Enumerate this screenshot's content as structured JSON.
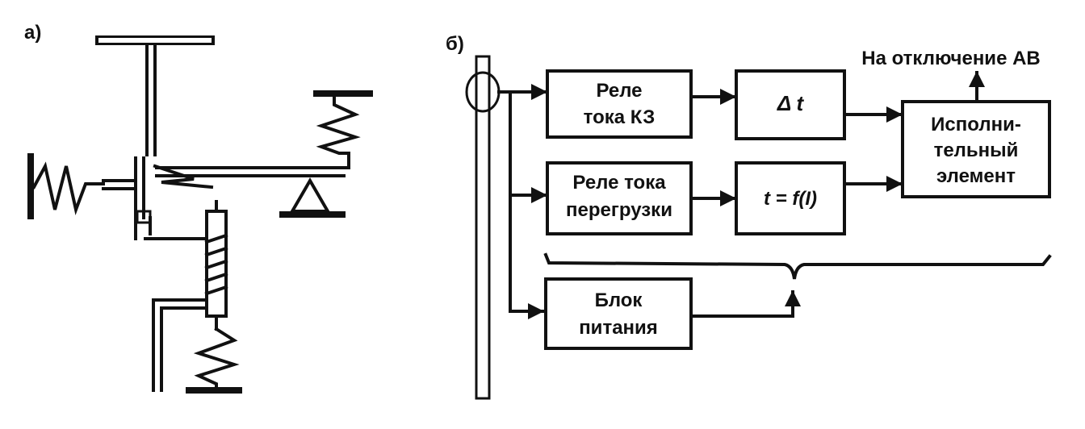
{
  "panel_a": {
    "label": "а)"
  },
  "panel_b": {
    "label": "б)"
  },
  "output_label": "На отключение АВ",
  "blocks": {
    "short_circuit_relay": {
      "line1": "Реле",
      "line2": "тока КЗ"
    },
    "delay": {
      "text": "Δ t"
    },
    "executive_element": {
      "line1": "Исполни-",
      "line2": "тельный",
      "line3": "элемент"
    },
    "overload_relay": {
      "line1": "Реле тока",
      "line2": "перегрузки"
    },
    "time_function": {
      "text": "t = f(I)"
    },
    "power_supply": {
      "line1": "Блок",
      "line2": "питания"
    }
  }
}
